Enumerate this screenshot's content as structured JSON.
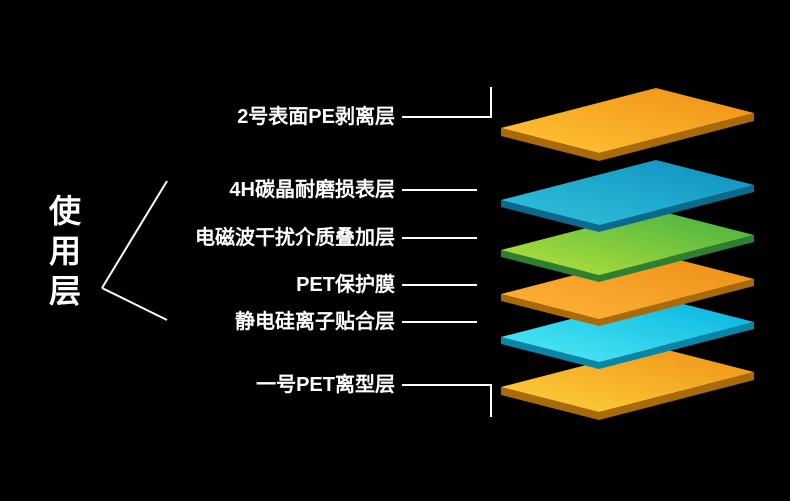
{
  "title": {
    "text": "使用层"
  },
  "labels": [
    {
      "text": "2号表面PE剥离层"
    },
    {
      "text": "4H碳晶耐磨损表层"
    },
    {
      "text": "电磁波干扰介质叠加层"
    },
    {
      "text": "PET保护膜"
    },
    {
      "text": "静电硅离子贴合层"
    },
    {
      "text": "一号PET离型层"
    }
  ],
  "colors": {
    "background": "#000000",
    "line": "#ffffff",
    "text": "#ffffff"
  },
  "layers": [
    {
      "name": "surface-pe-peel-sheet",
      "from": "#ffc537",
      "to": "#f08f15",
      "side": "#a96a07"
    },
    {
      "name": "carbon-crystal-sheet",
      "from": "#31c3de",
      "to": "#0e8fbd",
      "side": "#0a6a8e"
    },
    {
      "name": "emi-medium-sheet",
      "from": "#b9e43a",
      "to": "#3fae43",
      "side": "#2f7f31"
    },
    {
      "name": "pet-protect-sheet",
      "from": "#fdb53a",
      "to": "#ee8d14",
      "side": "#a96a07"
    },
    {
      "name": "static-silicon-sheet",
      "from": "#55ecf7",
      "to": "#00b0dc",
      "side": "#0786a6"
    },
    {
      "name": "pet-release-sheet",
      "from": "#ffd23f",
      "to": "#ee9014",
      "side": "#a96a07"
    }
  ]
}
